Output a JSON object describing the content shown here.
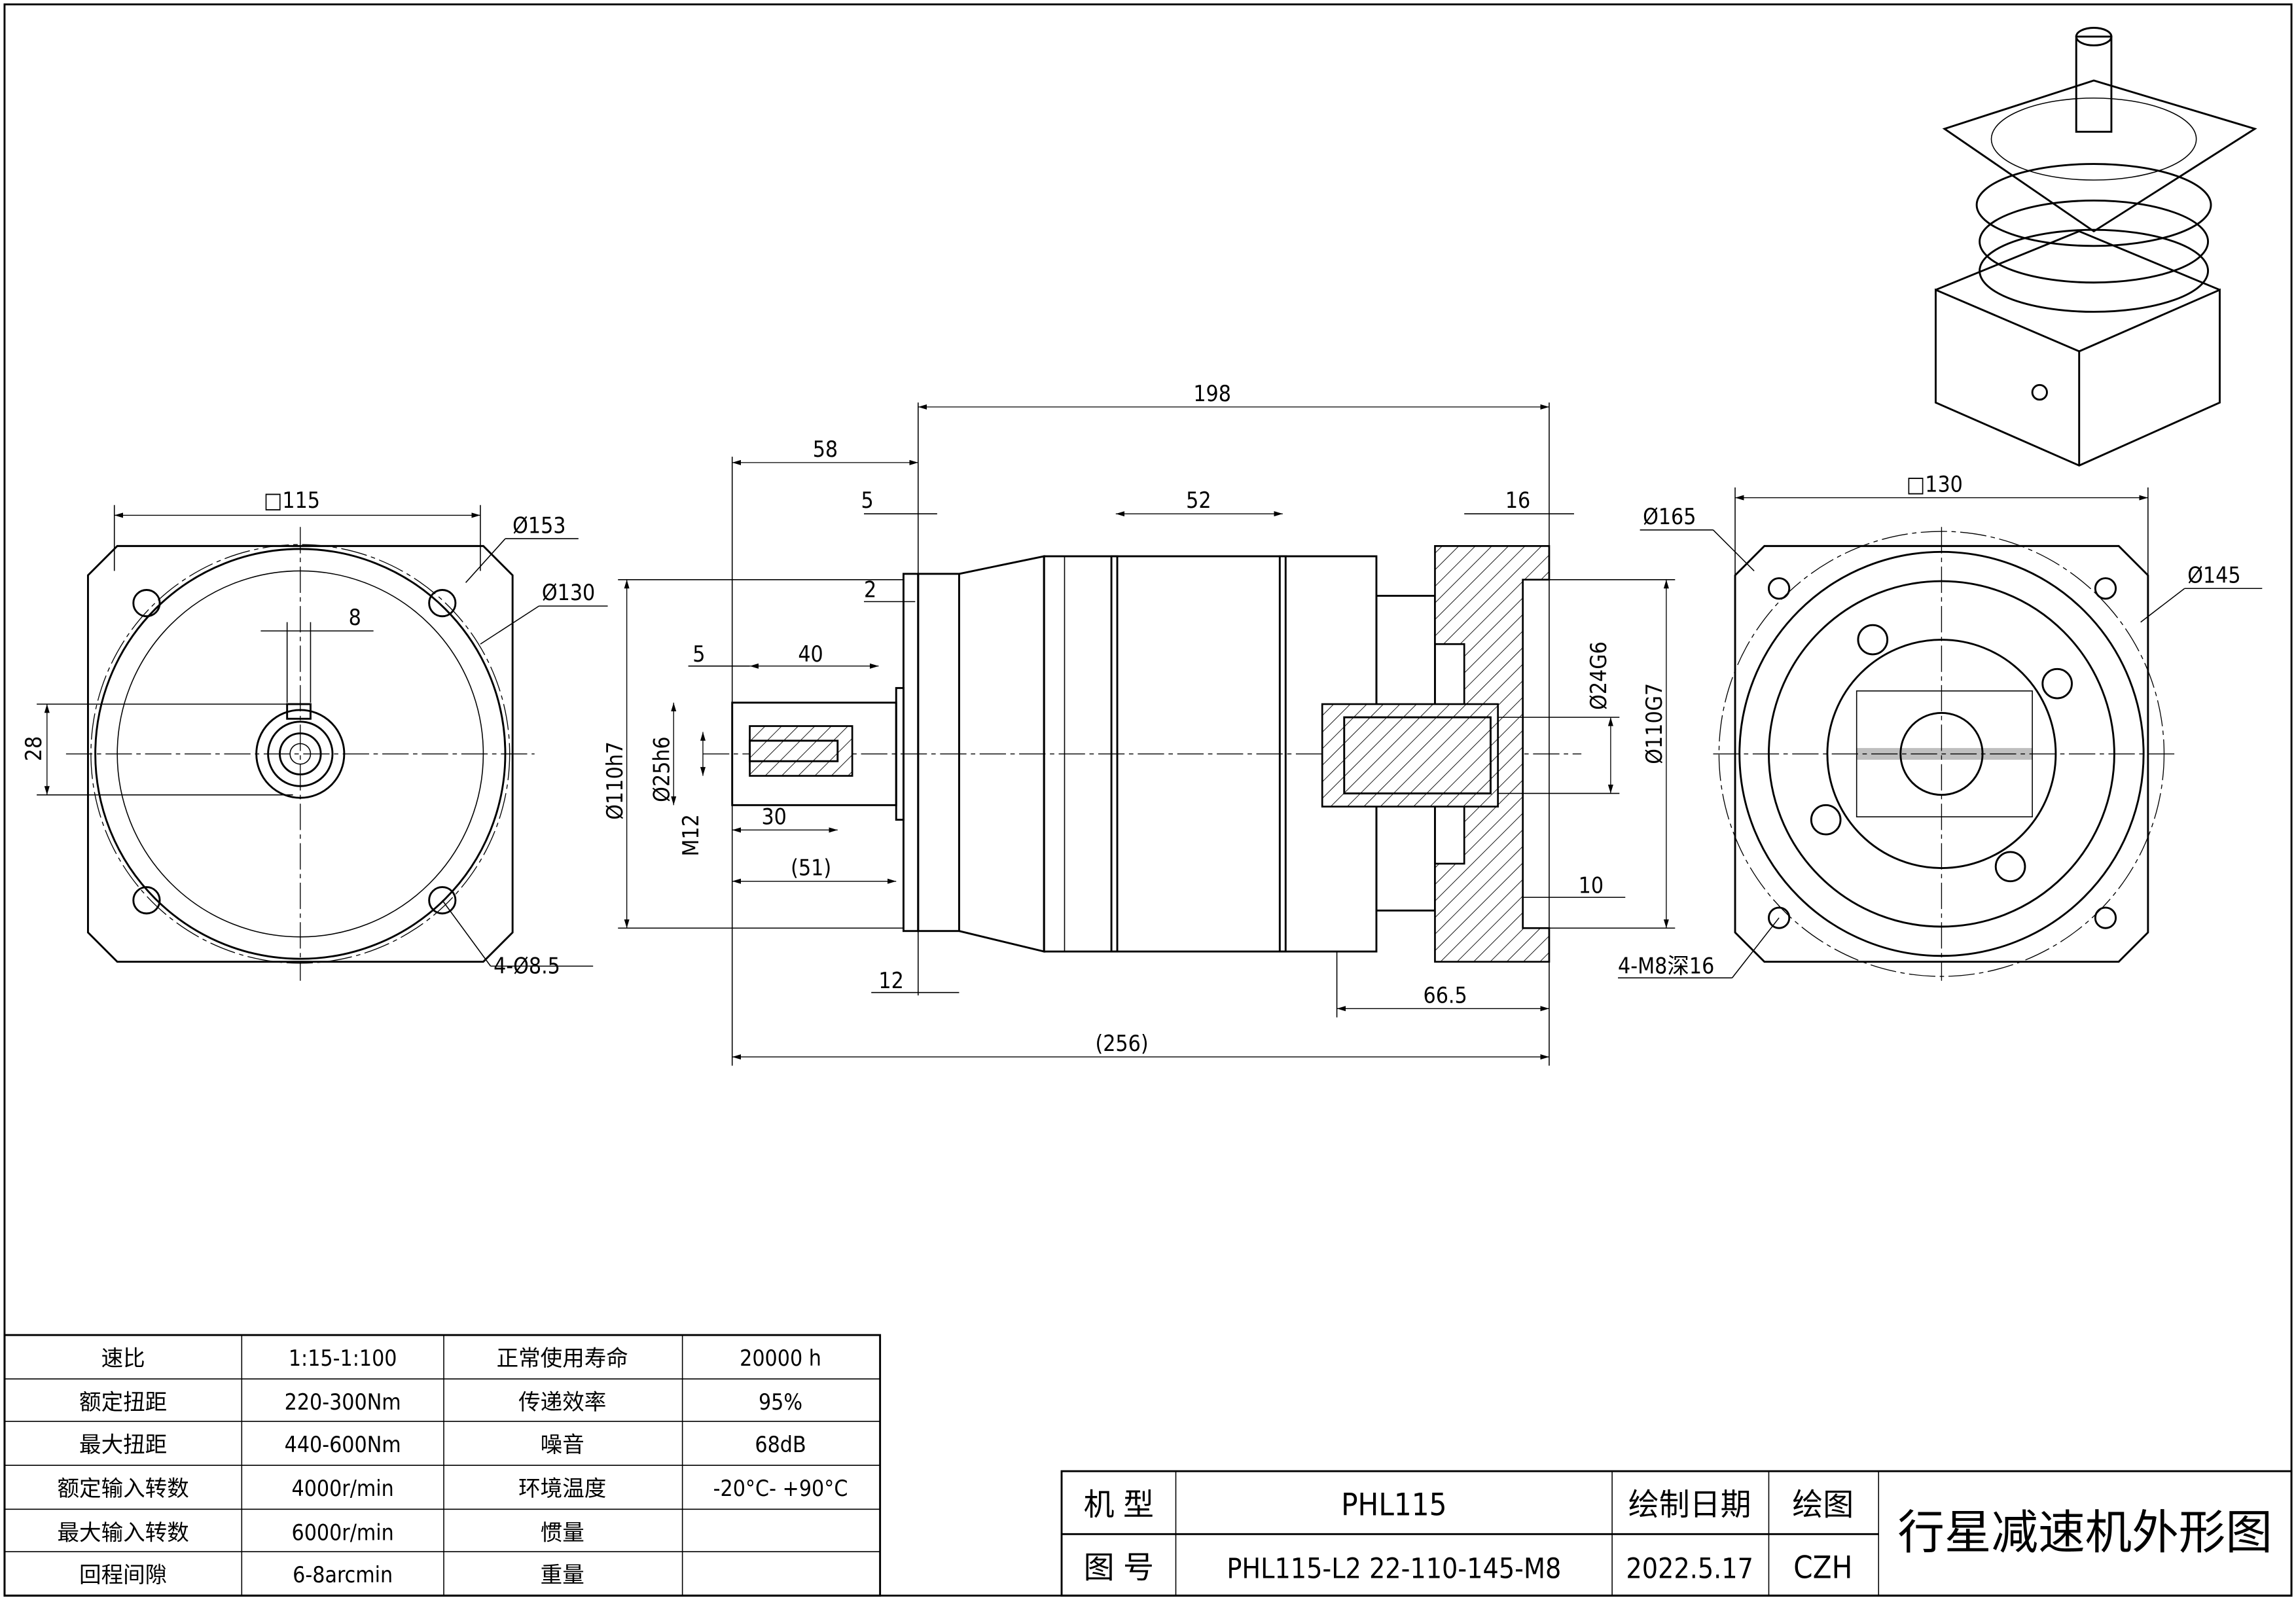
{
  "dimensions": {
    "left_view": {
      "square": "□115",
      "dia_outer": "Ø153",
      "dia_pcd": "Ø130",
      "key_width": "8",
      "height_28": "28",
      "holes": "4-Ø8.5"
    },
    "side_view": {
      "overall_198": "198",
      "d58": "58",
      "d5": "5",
      "d2": "2",
      "d52": "52",
      "d16": "16",
      "d5b": "5",
      "d40": "40",
      "d30": "30",
      "d51": "(51)",
      "d12": "12",
      "d10": "10",
      "d66": "66.5",
      "d256": "(256)",
      "pilot": "Ø110h7",
      "shaft": "Ø25h6",
      "thread": "M12",
      "bore": "Ø24G6",
      "recess": "Ø110G7"
    },
    "right_view": {
      "square": "□130",
      "dia_165": "Ø165",
      "dia_145": "Ø145",
      "holes": "4-M8深16"
    }
  },
  "spec_table": {
    "rows": [
      [
        "速比",
        "1:15-1:100",
        "正常使用寿命",
        "20000 h"
      ],
      [
        "额定扭距",
        "220-300Nm",
        "传递效率",
        "95%"
      ],
      [
        "最大扭距",
        "440-600Nm",
        "噪音",
        "68dB"
      ],
      [
        "额定输入转数",
        "4000r/min",
        "环境温度",
        "-20°C- +90°C"
      ],
      [
        "最大输入转数",
        "6000r/min",
        "惯量",
        ""
      ],
      [
        "回程间隙",
        "6-8arcmin",
        "重量",
        ""
      ]
    ]
  },
  "title_block": {
    "model_label": "机  型",
    "model": "PHL115",
    "drawing_no_label": "图  号",
    "drawing_no": "PHL115-L2 22-110-145-M8",
    "date_label": "绘制日期",
    "date": "2022.5.17",
    "drawer_label": "绘图",
    "drawer": "CZH",
    "title": "行星减速机外形图"
  }
}
